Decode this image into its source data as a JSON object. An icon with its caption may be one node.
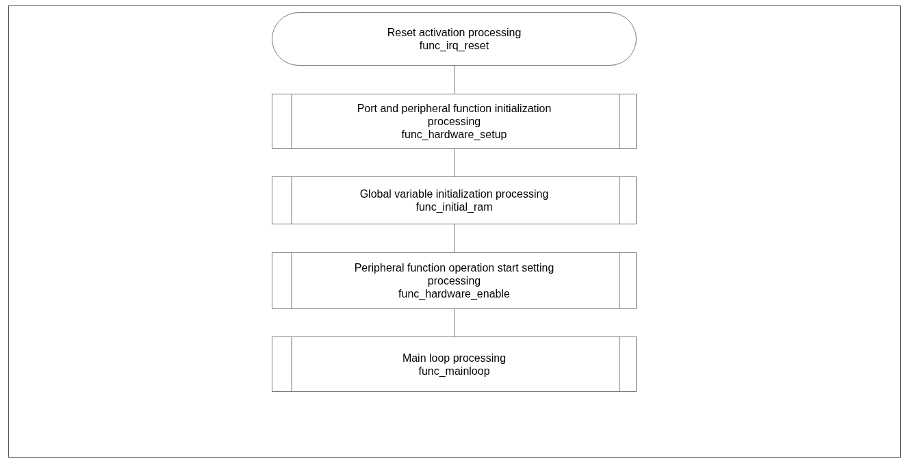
{
  "diagram": {
    "nodes": [
      {
        "text": [
          "Reset activation processing",
          "func_irq_reset"
        ]
      },
      {
        "text": [
          "Port and peripheral function initialization processing",
          "func_hardware_setup"
        ]
      },
      {
        "text": [
          "Global variable initialization processing",
          "func_initial_ram"
        ]
      },
      {
        "text": [
          "Peripheral function operation start setting processing",
          "func_hardware_enable"
        ]
      },
      {
        "text": [
          "Main loop processing",
          "func_mainloop"
        ]
      }
    ],
    "edges": [
      {
        "from": 0,
        "to": 1,
        "arrow": "none"
      },
      {
        "from": 1,
        "to": 2,
        "arrow": "none"
      },
      {
        "from": 2,
        "to": 3,
        "arrow": "none"
      },
      {
        "from": 3,
        "to": 4,
        "arrow": "none"
      }
    ]
  }
}
